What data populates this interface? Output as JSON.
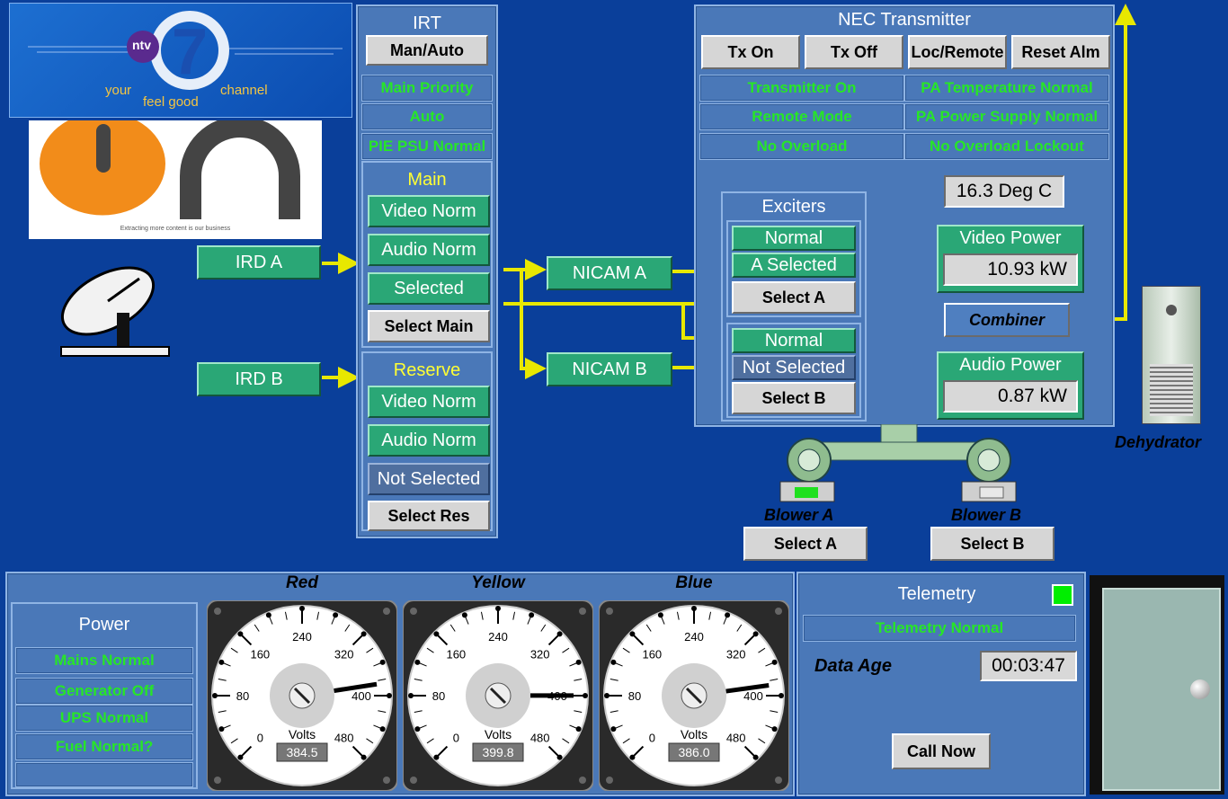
{
  "colors": {
    "background": "#0a3f9a",
    "panel": "#4a78b8",
    "status_text": "#27e627",
    "indicator_green": "#2aa776",
    "pipe_yellow": "#e8e800"
  },
  "logos": {
    "ntv": {
      "brand": "ntv",
      "number": "7",
      "slogan_left": "your",
      "slogan_mid": "feel good",
      "slogan_right": "channel"
    },
    "on": {
      "tagline": "Extracting more content is our business"
    }
  },
  "irt": {
    "title": "IRT",
    "mode_button": "Man/Auto",
    "status": [
      "Main Priority",
      "Auto",
      "PIE PSU Normal"
    ],
    "main": {
      "title": "Main",
      "video": "Video Norm",
      "audio": "Audio Norm",
      "state": "Selected",
      "button": "Select Main"
    },
    "reserve": {
      "title": "Reserve",
      "video": "Video Norm",
      "audio": "Audio Norm",
      "state": "Not Selected",
      "button": "Select Res"
    }
  },
  "ird": {
    "a": "IRD A",
    "b": "IRD B"
  },
  "nicam": {
    "a": "NICAM A",
    "b": "NICAM B"
  },
  "transmitter": {
    "title": "NEC Transmitter",
    "buttons": [
      "Tx On",
      "Tx Off",
      "Loc/Remote",
      "Reset Alm"
    ],
    "status_left": [
      "Transmitter On",
      "Remote Mode",
      "No Overload"
    ],
    "status_right": [
      "PA Temperature Normal",
      "PA Power Supply Normal",
      "No Overload Lockout"
    ],
    "temperature": "16.3 Deg C",
    "exciters": {
      "title": "Exciters",
      "a": {
        "state": "Normal",
        "selection": "A Selected",
        "button": "Select A"
      },
      "b": {
        "state": "Normal",
        "selection": "Not Selected",
        "button": "Select B"
      }
    },
    "video_power": {
      "title": "Video Power",
      "value": "10.93 kW"
    },
    "audio_power": {
      "title": "Audio Power",
      "value": "0.87  kW"
    },
    "combiner": "Combiner"
  },
  "dehydrator": {
    "label": "Dehydrator"
  },
  "blowers": {
    "a": {
      "label": "Blower A",
      "button": "Select A"
    },
    "b": {
      "label": "Blower B",
      "button": "Select B"
    }
  },
  "power": {
    "title": "Power",
    "status": [
      "Mains Normal",
      "Generator Off",
      "UPS Normal",
      "Fuel Normal?",
      ""
    ]
  },
  "gauges": [
    {
      "phase": "Red",
      "unit": "Volts",
      "value": "384.5",
      "reading": 384.5
    },
    {
      "phase": "Yellow",
      "unit": "Volts",
      "value": "399.8",
      "reading": 399.8
    },
    {
      "phase": "Blue",
      "unit": "Volts",
      "value": "386.0",
      "reading": 386.0
    }
  ],
  "gauge_ticks": [
    "0",
    "80",
    "160",
    "240",
    "320",
    "400",
    "480"
  ],
  "telemetry": {
    "title": "Telemetry",
    "status": "Telemetry Normal",
    "data_age_label": "Data Age",
    "data_age": "00:03:47",
    "call_button": "Call Now",
    "indicator_color": "#00ee00"
  }
}
